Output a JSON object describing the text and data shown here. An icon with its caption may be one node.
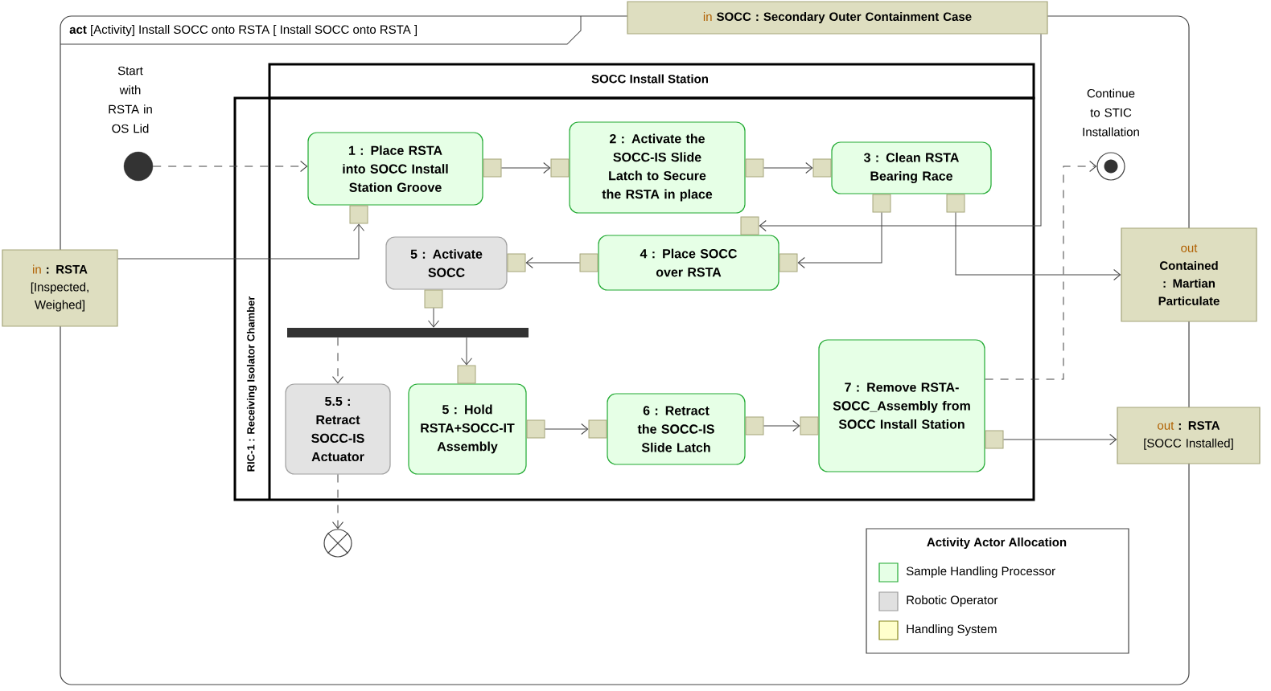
{
  "diagram": {
    "nodes": [
      {
        "text": [
          "**act** [Activity] Install SOCC onto RSTA [ Install SOCC onto RSTA ]"
        ]
      },
      {
        "text": [
          "in",
          "SOCC : Secondary Outer Containment Case"
        ]
      },
      {
        "text": [
          "RIC-1 : Receiving Isolator Chamber"
        ],
        "in": 0
      },
      {
        "text": [
          "SOCC Install Station"
        ],
        "in": 0
      },
      {
        "text": [],
        "shape": "circle",
        "beside": [
          "Start with RSTA in OS Lid"
        ],
        "in": 0
      },
      {
        "text": [
          "1 : Place RSTA into SOCC Install Station Groove"
        ],
        "in": 2
      },
      {
        "text": [
          "2 : Activate the SOCC-IS Slide Latch to Secure the RSTA in place"
        ],
        "in": 2
      },
      {
        "text": [
          "3 : Clean RSTA Bearing Race"
        ],
        "in": 2
      },
      {
        "text": [],
        "shape": "circle",
        "beside": [
          "Continue to STIC Installation"
        ],
        "in": 0
      },
      {
        "text": [
          "in",
          ": RSTA",
          "[Inspected, Weighed]"
        ]
      },
      {
        "text": [
          "5 : Activate SOCC"
        ],
        "in": 2
      },
      {
        "text": [
          "4 : Place SOCC over RSTA"
        ],
        "in": 2
      },
      {
        "text": [
          "out",
          "Contained : Martian Particulate"
        ]
      },
      {
        "text": [],
        "shape": "bar",
        "in": 2
      },
      {
        "text": [
          "5.5 : Retract SOCC-IS Actuator"
        ],
        "in": 2
      },
      {
        "text": [
          "5 : Hold RSTA+SOCC-IT Assembly"
        ],
        "in": 2
      },
      {
        "text": [
          "6 : Retract the SOCC-IS Slide Latch"
        ],
        "in": 2
      },
      {
        "text": [
          "7 : Remove RSTA-SOCC_Assembly from SOCC Install Station"
        ],
        "in": 2
      },
      {
        "text": [
          "out",
          ": RSTA",
          "[SOCC Installed]"
        ]
      },
      {
        "text": [],
        "shape": "circle",
        "in": 0
      }
    ],
    "edges": [
      {
        "from": 4,
        "to": 5,
        "arrow": "to",
        "style": "dashed"
      },
      {
        "from": 5,
        "to": 6,
        "arrow": "to"
      },
      {
        "from": 6,
        "to": 7,
        "arrow": "to"
      },
      {
        "from": 1,
        "to": 11,
        "arrow": "to"
      },
      {
        "from": 7,
        "to": 11,
        "arrow": "to"
      },
      {
        "from": 7,
        "to": 12,
        "arrow": "to"
      },
      {
        "from": 9,
        "to": 5,
        "arrow": "to"
      },
      {
        "from": 11,
        "to": 10,
        "arrow": "to"
      },
      {
        "from": 10,
        "to": 13,
        "arrow": "to"
      },
      {
        "from": 13,
        "to": 14,
        "arrow": "to",
        "style": "dashed"
      },
      {
        "from": 13,
        "to": 15,
        "arrow": "to"
      },
      {
        "from": 15,
        "to": 16,
        "arrow": "to"
      },
      {
        "from": 16,
        "to": 17,
        "arrow": "to"
      },
      {
        "from": 17,
        "to": 8,
        "arrow": "to",
        "style": "dashed"
      },
      {
        "from": 17,
        "to": 18,
        "arrow": "to"
      },
      {
        "from": 14,
        "to": 19,
        "arrow": "to",
        "style": "dashed"
      }
    ],
    "labels": [
      "Activity Actor Allocation"
    ],
    "legend": [
      {
        "text": "Sample Handling Processor",
        "color": "#e6ffe6"
      },
      {
        "text": "Robotic Operator",
        "color": "#e0e0e0"
      },
      {
        "text": "Handling System",
        "color": "#ffffcc"
      }
    ]
  }
}
